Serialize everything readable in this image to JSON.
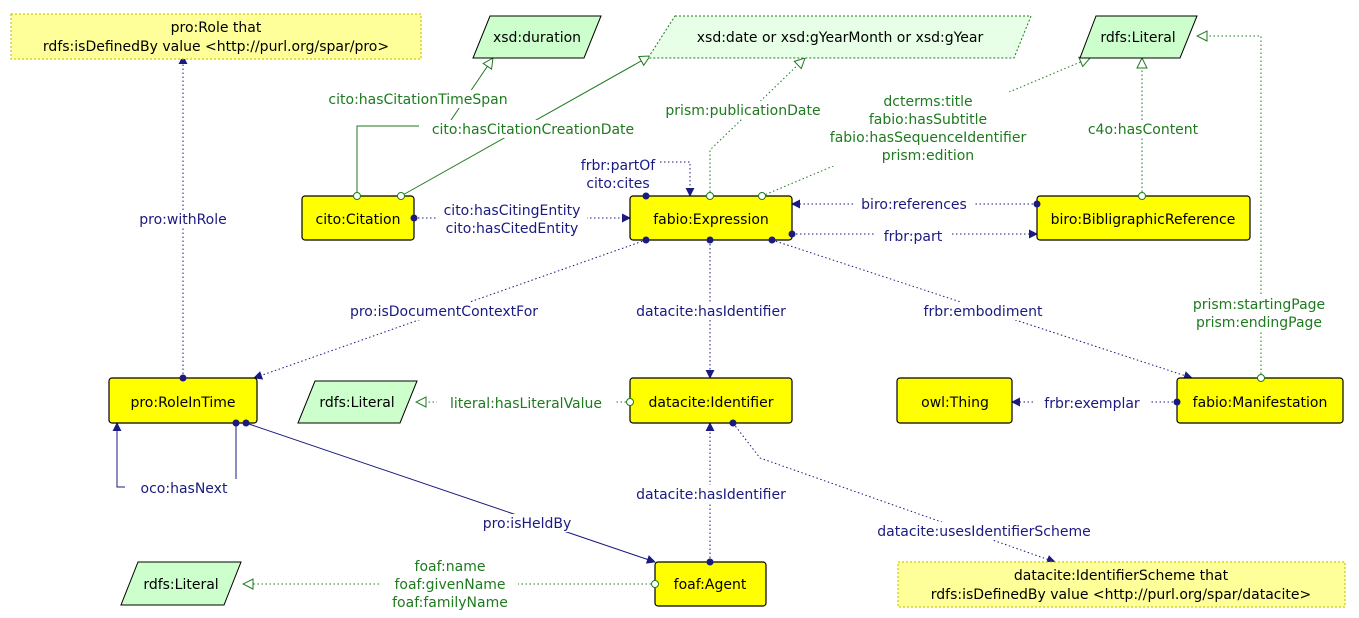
{
  "nodes": {
    "role_note": {
      "line1": "pro:Role that",
      "line2": "rdfs:isDefinedBy value <http://purl.org/spar/pro>"
    },
    "xsd_duration": "xsd:duration",
    "xsd_date": "xsd:date or xsd:gYearMonth or xsd:gYear",
    "rdfs_literal_top": "rdfs:Literal",
    "citation": "cito:Citation",
    "expression": "fabio:Expression",
    "bib_reference": "biro:BibligraphicReference",
    "role_in_time": "pro:RoleInTime",
    "rdfs_literal_mid": "rdfs:Literal",
    "identifier": "datacite:Identifier",
    "owl_thing": "owl:Thing",
    "manifestation": "fabio:Manifestation",
    "rdfs_literal_bottom": "rdfs:Literal",
    "agent": "foaf:Agent",
    "scheme_note": {
      "line1": "datacite:IdentifierScheme that",
      "line2": "rdfs:isDefinedBy value <http://purl.org/spar/datacite>"
    }
  },
  "edges": {
    "has_citation_time_span": "cito:hasCitationTimeSpan",
    "has_citation_creation_date": "cito:hasCitationCreationDate",
    "publication_date": "prism:publicationDate",
    "title_props": [
      "dcterms:title",
      "fabio:hasSubtitle",
      "fabio:hasSequenceIdentifier",
      "prism:edition"
    ],
    "has_content": "c4o:hasContent",
    "part_of_cites": [
      "frbr:partOf",
      "cito:cites"
    ],
    "with_role": "pro:withRole",
    "citing_cited": [
      "cito:hasCitingEntity",
      "cito:hasCitedEntity"
    ],
    "references": "biro:references",
    "part": "frbr:part",
    "document_context_for": "pro:isDocumentContextFor",
    "has_identifier_expr": "datacite:hasIdentifier",
    "embodiment": "frbr:embodiment",
    "page_props": [
      "prism:startingPage",
      "prism:endingPage"
    ],
    "has_literal_value": "literal:hasLiteralValue",
    "exemplar": "frbr:exemplar",
    "has_next": "oco:hasNext",
    "has_identifier_agent": "datacite:hasIdentifier",
    "is_held_by": "pro:isHeldBy",
    "uses_identifier_scheme": "datacite:usesIdentifierScheme",
    "name_props": [
      "foaf:name",
      "foaf:givenName",
      "foaf:familyName"
    ]
  }
}
